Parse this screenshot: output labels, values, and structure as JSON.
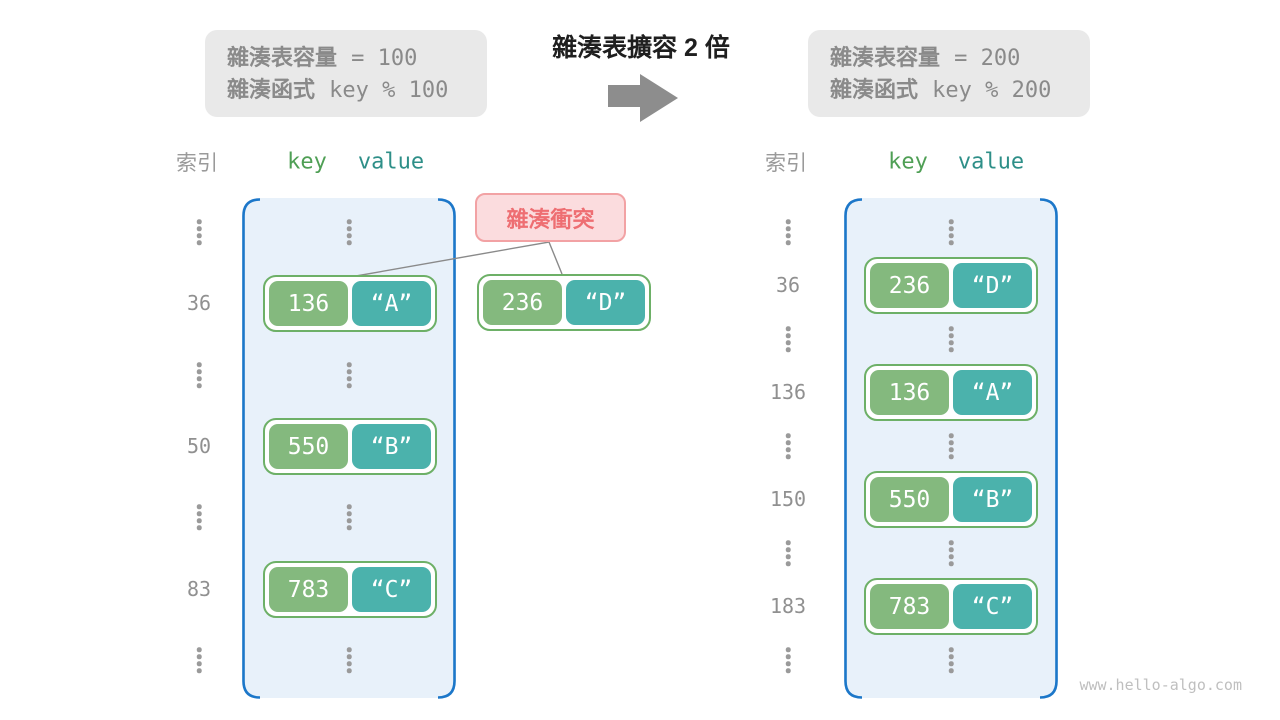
{
  "title": "雜湊表擴容 2 倍",
  "left_note": {
    "line1_label": "雜湊表容量",
    "line1_code": "= 100",
    "line2_label": "雜湊函式",
    "line2_code": "key % 100"
  },
  "right_note": {
    "line1_label": "雜湊表容量",
    "line1_code": "= 200",
    "line2_label": "雜湊函式",
    "line2_code": "key % 200"
  },
  "collision_label": "雜湊衝突",
  "collision_pair": {
    "key": "236",
    "value": "“D”"
  },
  "left_table": {
    "headers": {
      "index": "索引",
      "key": "key",
      "value": "value"
    },
    "rows": [
      {
        "type": "dots"
      },
      {
        "type": "pair",
        "index": "36",
        "key": "136",
        "value": "“A”"
      },
      {
        "type": "dots"
      },
      {
        "type": "pair",
        "index": "50",
        "key": "550",
        "value": "“B”"
      },
      {
        "type": "dots"
      },
      {
        "type": "pair",
        "index": "83",
        "key": "783",
        "value": "“C”"
      },
      {
        "type": "dots"
      }
    ]
  },
  "right_table": {
    "headers": {
      "index": "索引",
      "key": "key",
      "value": "value"
    },
    "rows": [
      {
        "type": "dots"
      },
      {
        "type": "pair",
        "index": "36",
        "key": "236",
        "value": "“D”"
      },
      {
        "type": "dots"
      },
      {
        "type": "pair",
        "index": "136",
        "key": "136",
        "value": "“A”"
      },
      {
        "type": "dots"
      },
      {
        "type": "pair",
        "index": "150",
        "key": "550",
        "value": "“B”"
      },
      {
        "type": "dots"
      },
      {
        "type": "pair",
        "index": "183",
        "key": "783",
        "value": "“C”"
      },
      {
        "type": "dots"
      }
    ]
  },
  "watermark": "www.hello-algo.com",
  "colors": {
    "note_bg": "#e9e9e9",
    "note_text": "#8a8a8a",
    "title_text": "#1f1f1f",
    "arrow": "#8d8d8d",
    "bucket_fill": "#e8f1fa",
    "bucket_stroke": "#1c77c9",
    "header_key": "#4f9f55",
    "header_value": "#2e8f88",
    "index_text": "#909090",
    "pair_border": "#6db067",
    "key_bg": "#84b97e",
    "value_bg": "#4bb2ac",
    "pair_text": "#ffffff",
    "collision_bg": "#fbdcde",
    "collision_border": "#f2a2a4",
    "collision_text": "#ee6e72",
    "connector": "#8a8a8a",
    "watermark_text": "#bfbfbf"
  }
}
